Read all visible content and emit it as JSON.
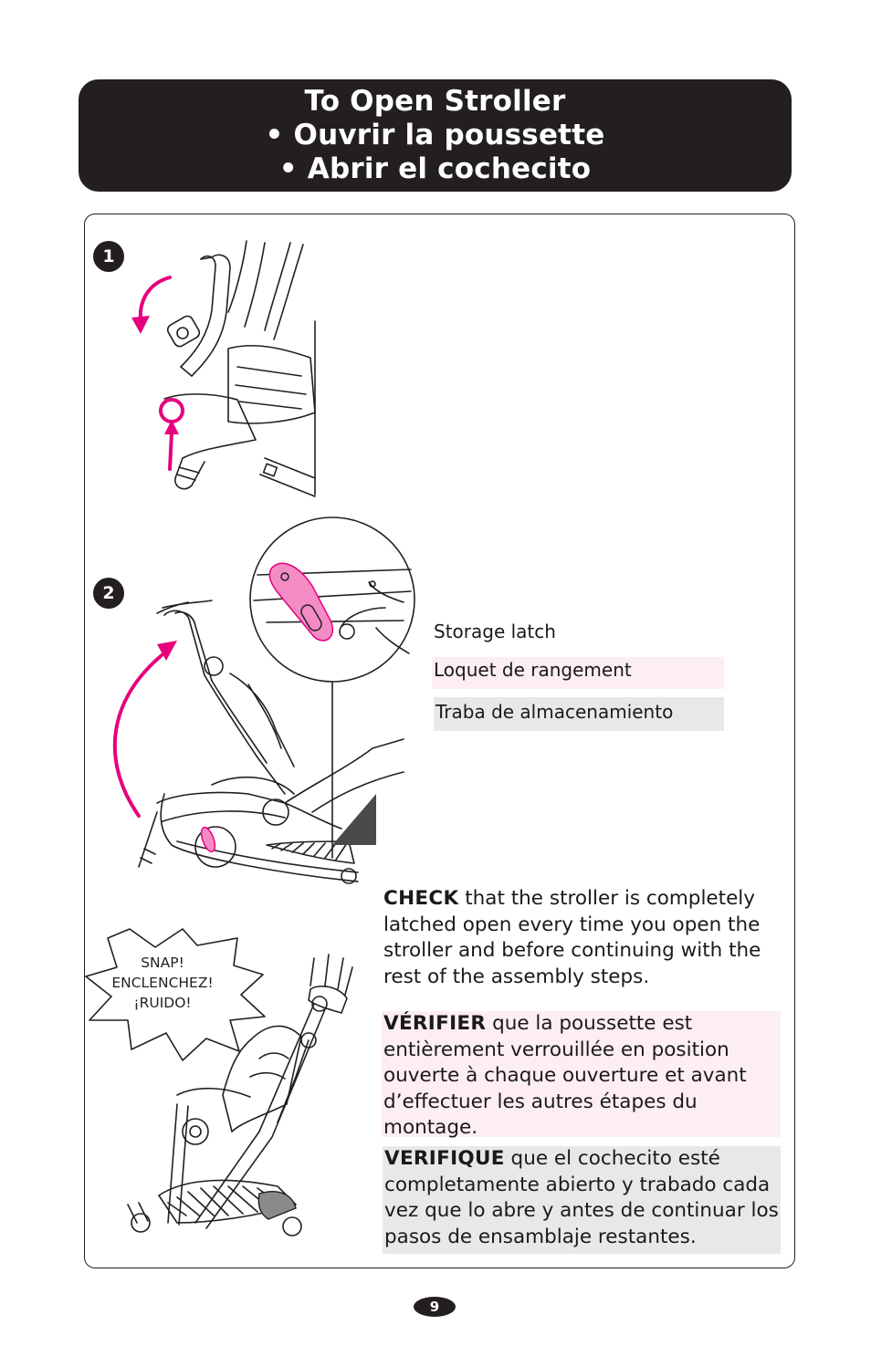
{
  "header": {
    "line1": "To Open Stroller",
    "line2": "• Ouvrir la poussette",
    "line3": "•  Abrir el cochecito"
  },
  "steps": [
    {
      "number": "1"
    },
    {
      "number": "2"
    }
  ],
  "storage_latch": {
    "en": "Storage latch",
    "fr": "Loquet de rangement",
    "es": "Traba de almacenamiento"
  },
  "check": {
    "en_keyword": "CHECK",
    "en_text": "that the stroller is completely latched open every time you open the stroller and before continuing with the rest of the assembly steps.",
    "fr_keyword": "VÉRIFIER",
    "fr_text": "que la poussette est entièrement verrouillée en position ouverte à chaque ouverture et avant d’effectuer les autres étapes du montage.",
    "es_keyword": "VERIFIQUE",
    "es_text": "que el cochecito esté completamente abierto y trabado cada vez que lo abre y antes de continuar los pasos de ensamblaje restantes."
  },
  "snap_burst": {
    "line1": "SNAP!",
    "line2": "ENCLENCHEZ!",
    "line3": "¡RUIDO!"
  },
  "page_number": "9",
  "colors": {
    "accent_magenta": "#e6007e",
    "banner": "#231f20",
    "fr_tint": "#fdeef4",
    "es_tint": "#e8e8e8"
  }
}
